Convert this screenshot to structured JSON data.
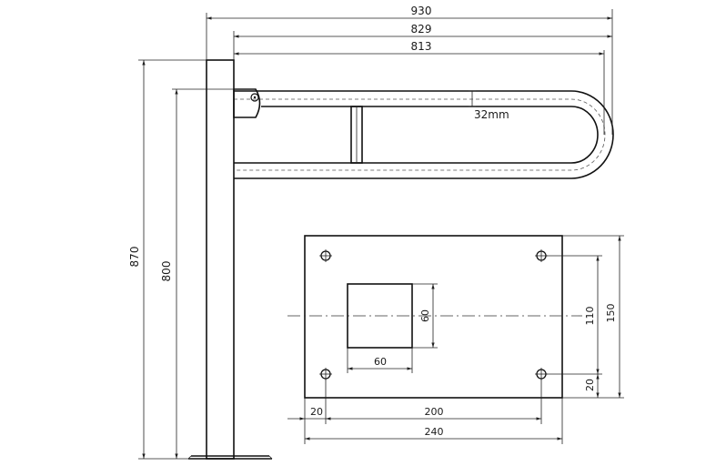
{
  "dimensions": {
    "overall_width": "930",
    "pivot_width": "829",
    "rail_width": "813",
    "tube_diameter": "32mm",
    "total_height": "870",
    "rail_height": "800",
    "plate_hole_vertical": "110",
    "plate_height": "150",
    "plate_edge_bottom": "20",
    "square_height": "60",
    "square_width": "60",
    "plate_edge_left": "20",
    "hole_spacing": "200",
    "plate_width": "240"
  }
}
